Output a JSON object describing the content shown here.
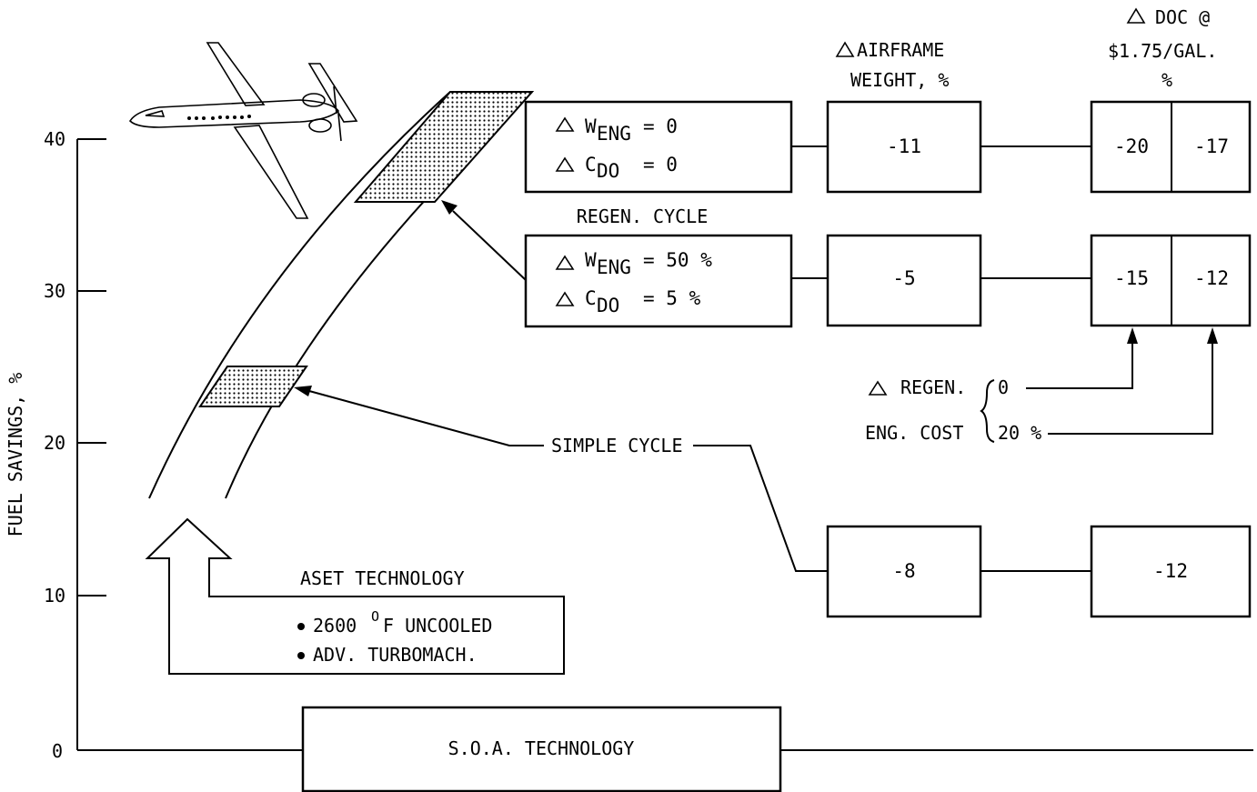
{
  "axis": {
    "ylabel": "FUEL SAVINGS, %",
    "ticks": [
      "40",
      "30",
      "20",
      "10",
      "0"
    ]
  },
  "headers": {
    "airframe_line1": "AIRFRAME",
    "airframe_line2": "WEIGHT, %",
    "doc_line1": "DOC @",
    "doc_line2": "$1.75/GAL.",
    "doc_line3": "%"
  },
  "top_box": {
    "w_prefix": "W",
    "w_sub": "ENG",
    "w_value": "= 0",
    "c_prefix": "C",
    "c_sub": "DO",
    "c_value": "= 0",
    "airframe": "-11",
    "doc_a": "-20",
    "doc_b": "-17"
  },
  "regen": {
    "title": "REGEN. CYCLE",
    "w_prefix": "W",
    "w_sub": "ENG",
    "w_value": "= 50 %",
    "c_prefix": "C",
    "c_sub": "DO",
    "c_value": "=  5 %",
    "airframe": "-5",
    "doc_a": "-15",
    "doc_b": "-12"
  },
  "eng_cost": {
    "line1": "REGEN.",
    "line2": "ENG. COST",
    "val1": "0",
    "val2": "20 %"
  },
  "simple": {
    "label": "SIMPLE CYCLE",
    "airframe": "-8",
    "doc": "-12"
  },
  "aset": {
    "title": "ASET TECHNOLOGY",
    "bullet1_a": "2600",
    "bullet1_sup": "O",
    "bullet1_b": "F UNCOOLED",
    "bullet2": "ADV. TURBOMACH."
  },
  "soa": {
    "label": "S.O.A. TECHNOLOGY"
  }
}
